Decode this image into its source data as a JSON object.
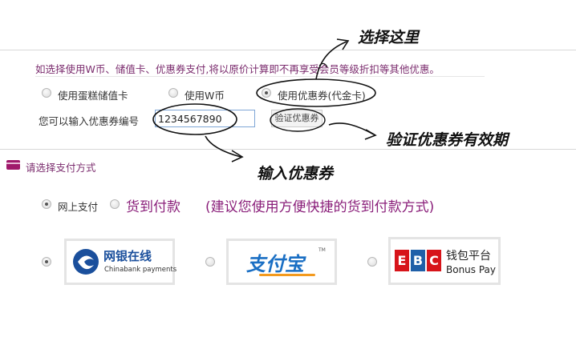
{
  "notice": "如选择使用W币、储值卡、优惠券支付,将以原价计算即不再享受会员等级折扣等其他优惠。",
  "payment_options": {
    "cake_card": "使用蛋糕储值卡",
    "w_coin": "使用W币",
    "coupon": "使用优惠券(代金卡)"
  },
  "coupon": {
    "label": "您可以输入优惠券编号",
    "value": "1234567890",
    "verify_button": "验证优惠券"
  },
  "section": {
    "title": "请选择支付方式",
    "icon": "credit-card-icon"
  },
  "pay_methods": {
    "online": "网上支付",
    "cod": "货到付款",
    "cod_note": "(建议您使用方便快捷的货到付款方式)"
  },
  "providers": {
    "chinabank_name": "网银在线",
    "chinabank_sub": "Chinabank payments",
    "alipay_name": "支付宝",
    "alipay_tm": "TM",
    "ebc_letters": [
      "E",
      "B",
      "C"
    ],
    "ebc_name": "钱包平台",
    "ebc_sub": "Bonus Pay"
  },
  "annotations": {
    "choose_here": "选择这里",
    "verify_validity": "验证优惠券有效期",
    "enter_coupon": "输入优惠券"
  },
  "colors": {
    "brand": "#7b2c6e",
    "cod": "#8a1f7a",
    "input_border": "#7fa6d6",
    "chinabank_blue": "#1a4f9c",
    "alipay_blue": "#1a6fc4",
    "alipay_orange": "#f39a1e",
    "ebc_red": "#d7141a",
    "ebc_blue": "#1f5fa8"
  }
}
